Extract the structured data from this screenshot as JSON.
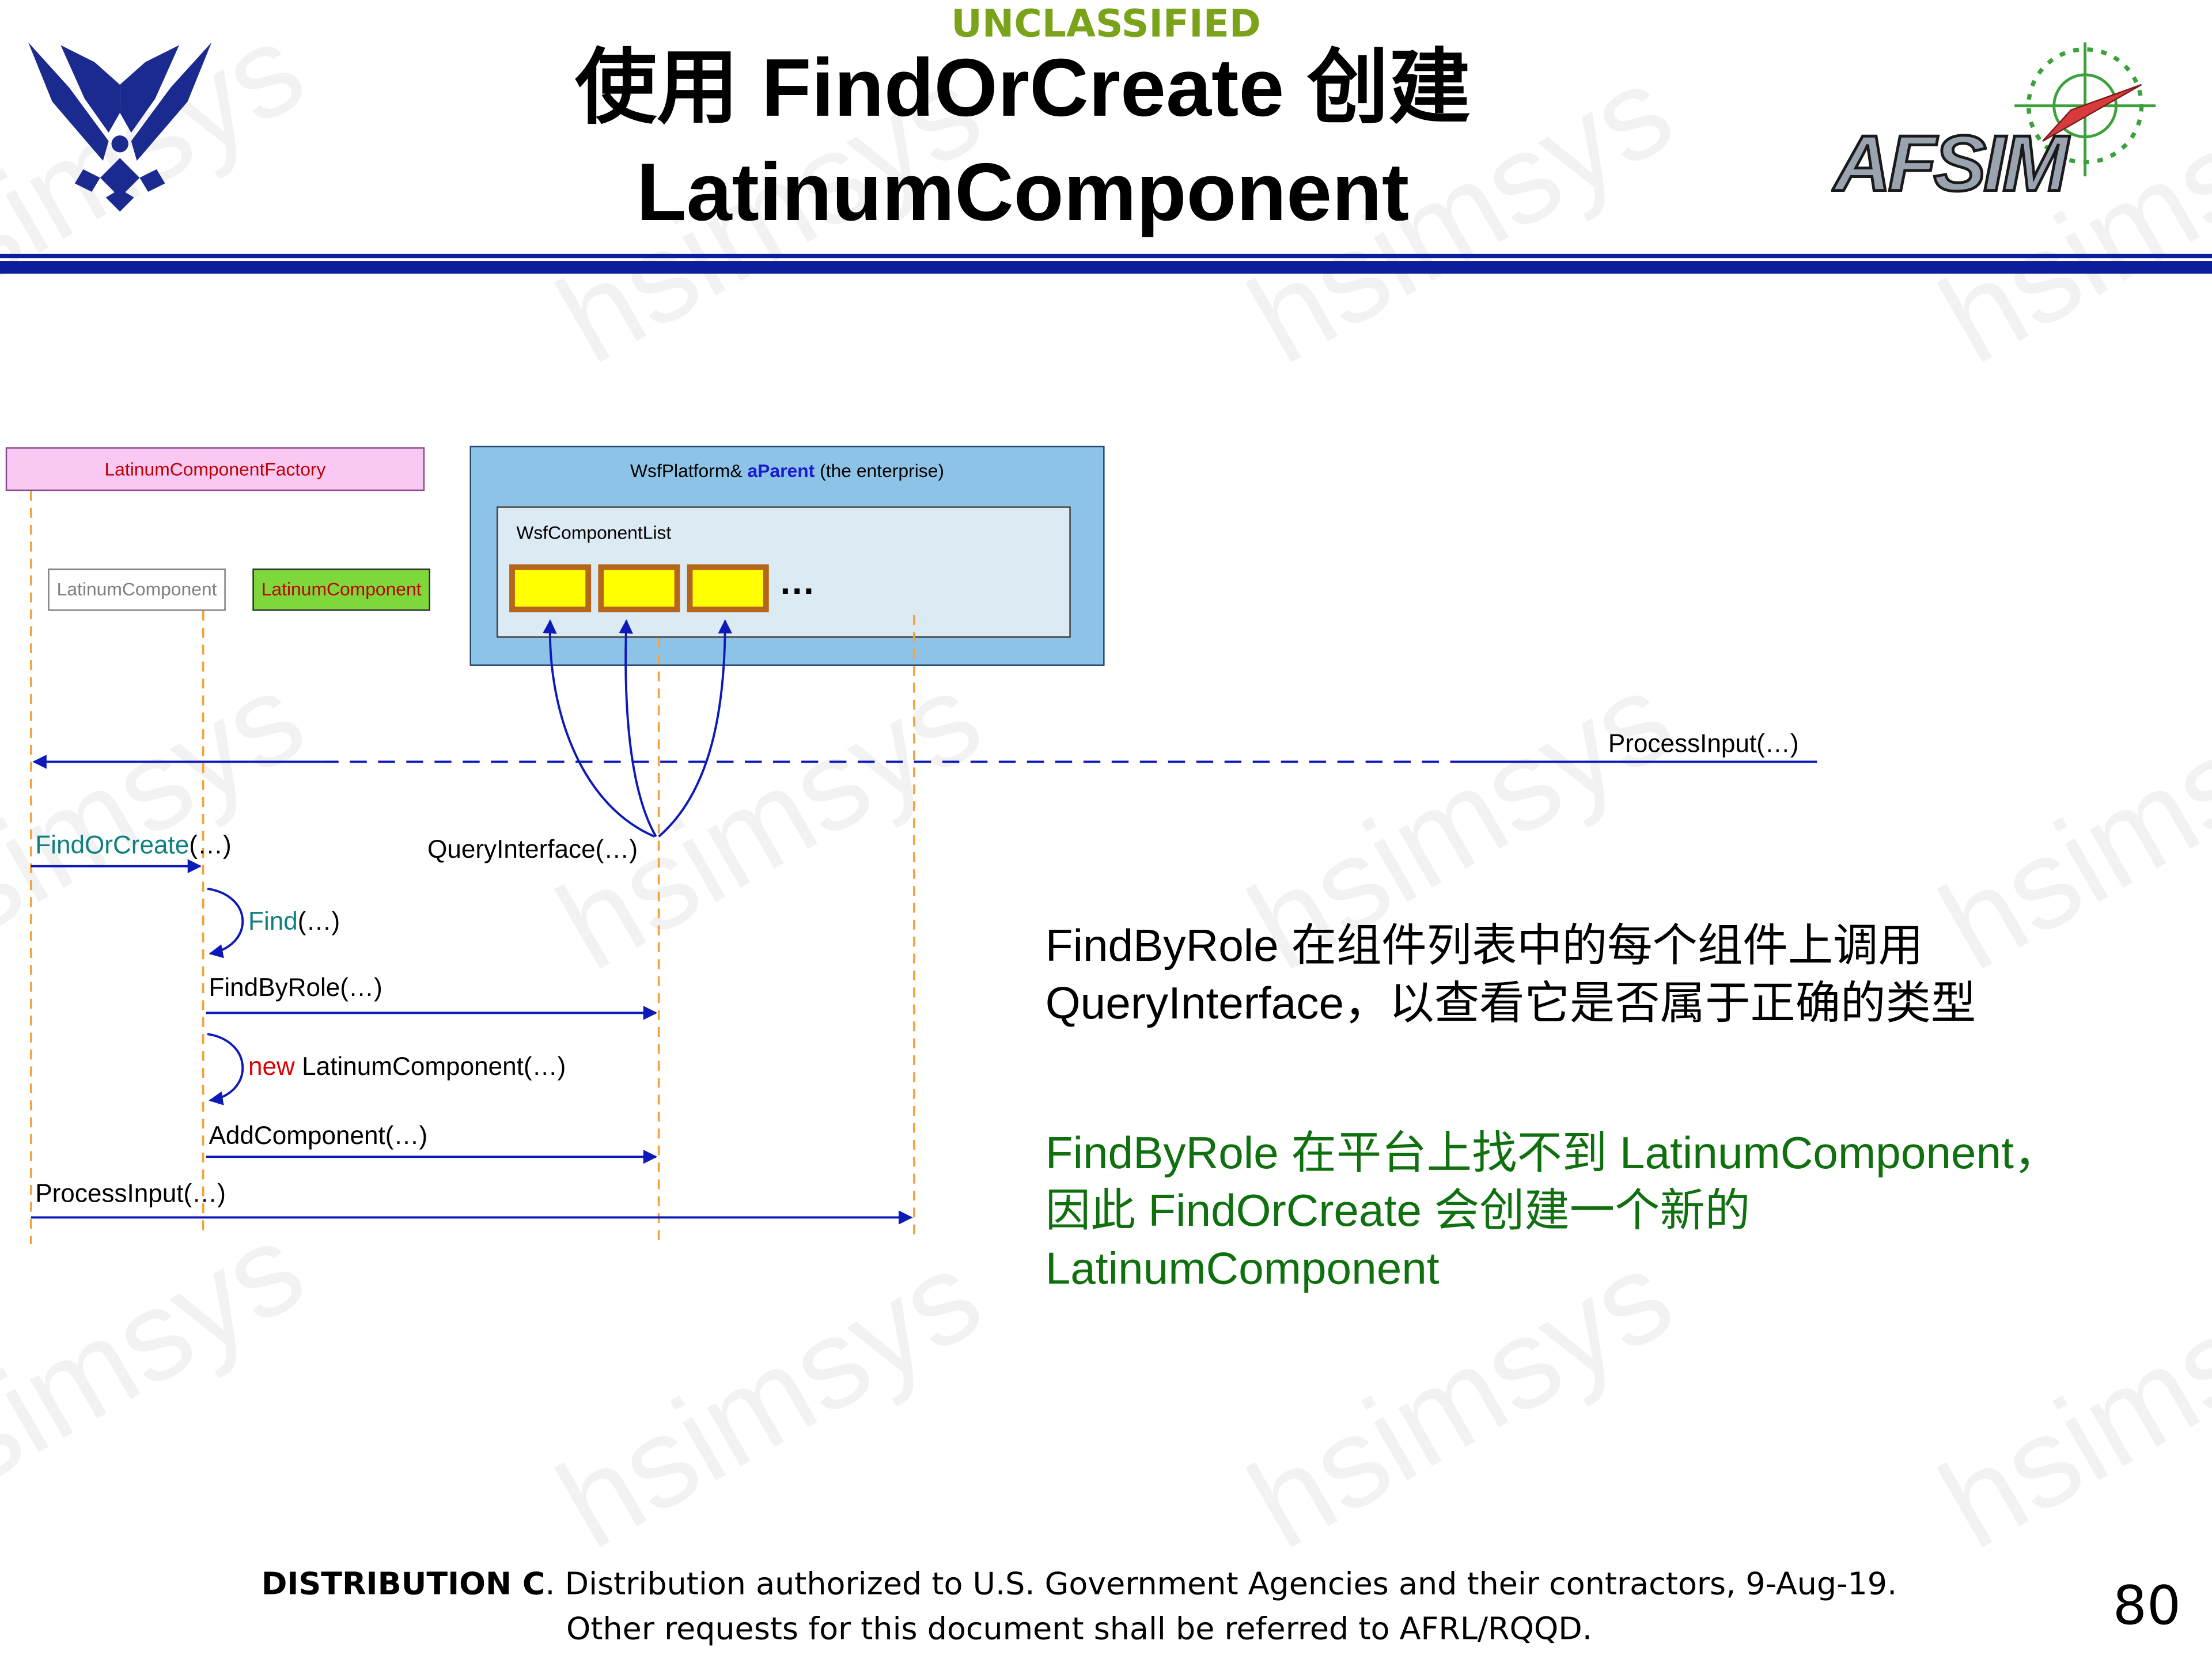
{
  "header": {
    "classification": "UNCLASSIFIED",
    "title_line1": "使用 FindOrCreate 创建",
    "title_line2": "LatinumComponent",
    "left_logo": "us-air-force-wings-logo",
    "right_logo_text": "AFSIM",
    "watermark_text": "hsimsys"
  },
  "diagram": {
    "factory_label": "LatinumComponentFactory",
    "component_a_label": "LatinumComponent",
    "component_b_label": "LatinumComponent",
    "platform_prefix": "WsfPlatform& ",
    "platform_param": "aParent",
    "platform_suffix": " (the enterprise)",
    "component_list_label": "WsfComponentList",
    "list_ellipsis": "…",
    "messages": {
      "process_input_top": "ProcessInput(…)",
      "find_or_create_name": "FindOrCreate",
      "find_or_create_args": "(…)",
      "query_interface": "QueryInterface(…)",
      "find_name": "Find",
      "find_args": "(…)",
      "find_by_role": "FindByRole(…)",
      "new_keyword": "new",
      "new_component": " LatinumComponent(…)",
      "add_component": "AddComponent(…)",
      "process_input_bottom": "ProcessInput(…)"
    },
    "colors": {
      "arrow": "#0d1ab8",
      "lifeline": "#f5a23c",
      "factory_fill": "#f9c8f3",
      "platform_fill": "#8ec3e8",
      "list_fill": "#dceaf4",
      "slot_fill": "#ffff00",
      "slot_border": "#b5651d",
      "component_b_fill": "#7fd83b"
    }
  },
  "notes": {
    "note1_line1": "FindByRole 在组件列表中的每个组件上调用",
    "note1_line2": "QueryInterface，以查看它是否属于正确的类型",
    "note2_line1": "FindByRole 在平台上找不到 LatinumComponent，",
    "note2_line2": "因此 FindOrCreate 会创建一个新的",
    "note2_line3": "LatinumComponent"
  },
  "footer": {
    "distribution_bold": "DISTRIBUTION C",
    "distribution_text": ". Distribution authorized to U.S. Government Agencies and their contractors, 9-Aug-19.",
    "line2": "Other requests for this document shall be referred to AFRL/RQQD.",
    "page_number": "80"
  }
}
